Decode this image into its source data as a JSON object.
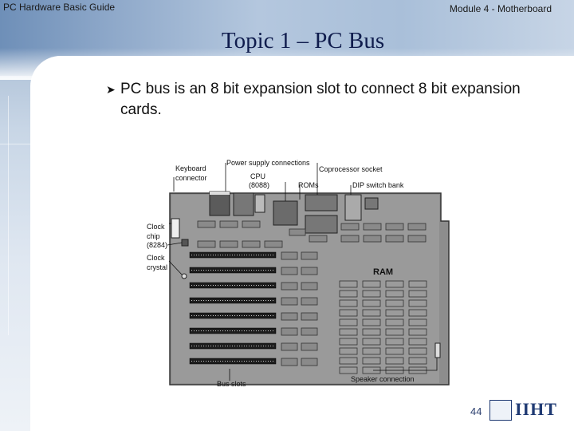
{
  "header": {
    "left": "PC Hardware Basic Guide",
    "right": "Module 4 - Motherboard"
  },
  "slide": {
    "title": "Topic 1 – PC Bus",
    "bullet": "PC bus is an 8 bit expansion slot to connect 8 bit expansion cards.",
    "bullet_icon": "arrow-bullet-icon"
  },
  "figure": {
    "labels": {
      "keyboard": "Keyboard",
      "connector": "connector",
      "power_supply": "Power supply connections",
      "cpu": "CPU",
      "cpu_model": "(8088)",
      "roms": "ROMs",
      "coprocessor": "Coprocessor socket",
      "dip": "DIP switch bank",
      "clock": "Clock",
      "chip": "chip",
      "chip_model": "(8284)",
      "clock2": "Clock",
      "crystal": "crystal",
      "ram": "RAM",
      "speaker": "Speaker connection",
      "bus_slots": "Bus slots"
    }
  },
  "footer": {
    "page_number": "44",
    "logo_text": "IIHT"
  }
}
